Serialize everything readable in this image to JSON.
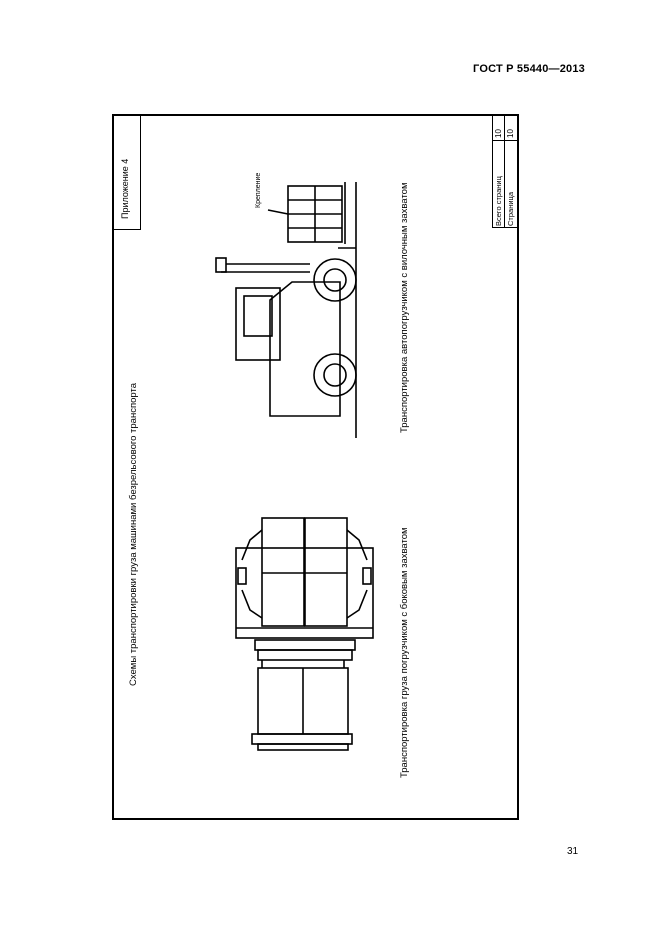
{
  "header": {
    "standard": "ГОСТ Р 55440—2013"
  },
  "sheet": {
    "appendix_label": "Приложение 4",
    "title": "Схемы транспортировки груза машинами безрельсового транспорта",
    "caption_side_loader": "Транспортировка груза погрузчиком с боковым захватом",
    "caption_forklift": "Транспортировка автопогрузчиком с вилочным захватом",
    "fastening_label": "Крепление",
    "counter": {
      "total_pages_label": "Всего страниц",
      "total_pages_value": "10",
      "page_label": "Страница",
      "page_value": "10"
    }
  },
  "footer": {
    "page_number": "31"
  }
}
